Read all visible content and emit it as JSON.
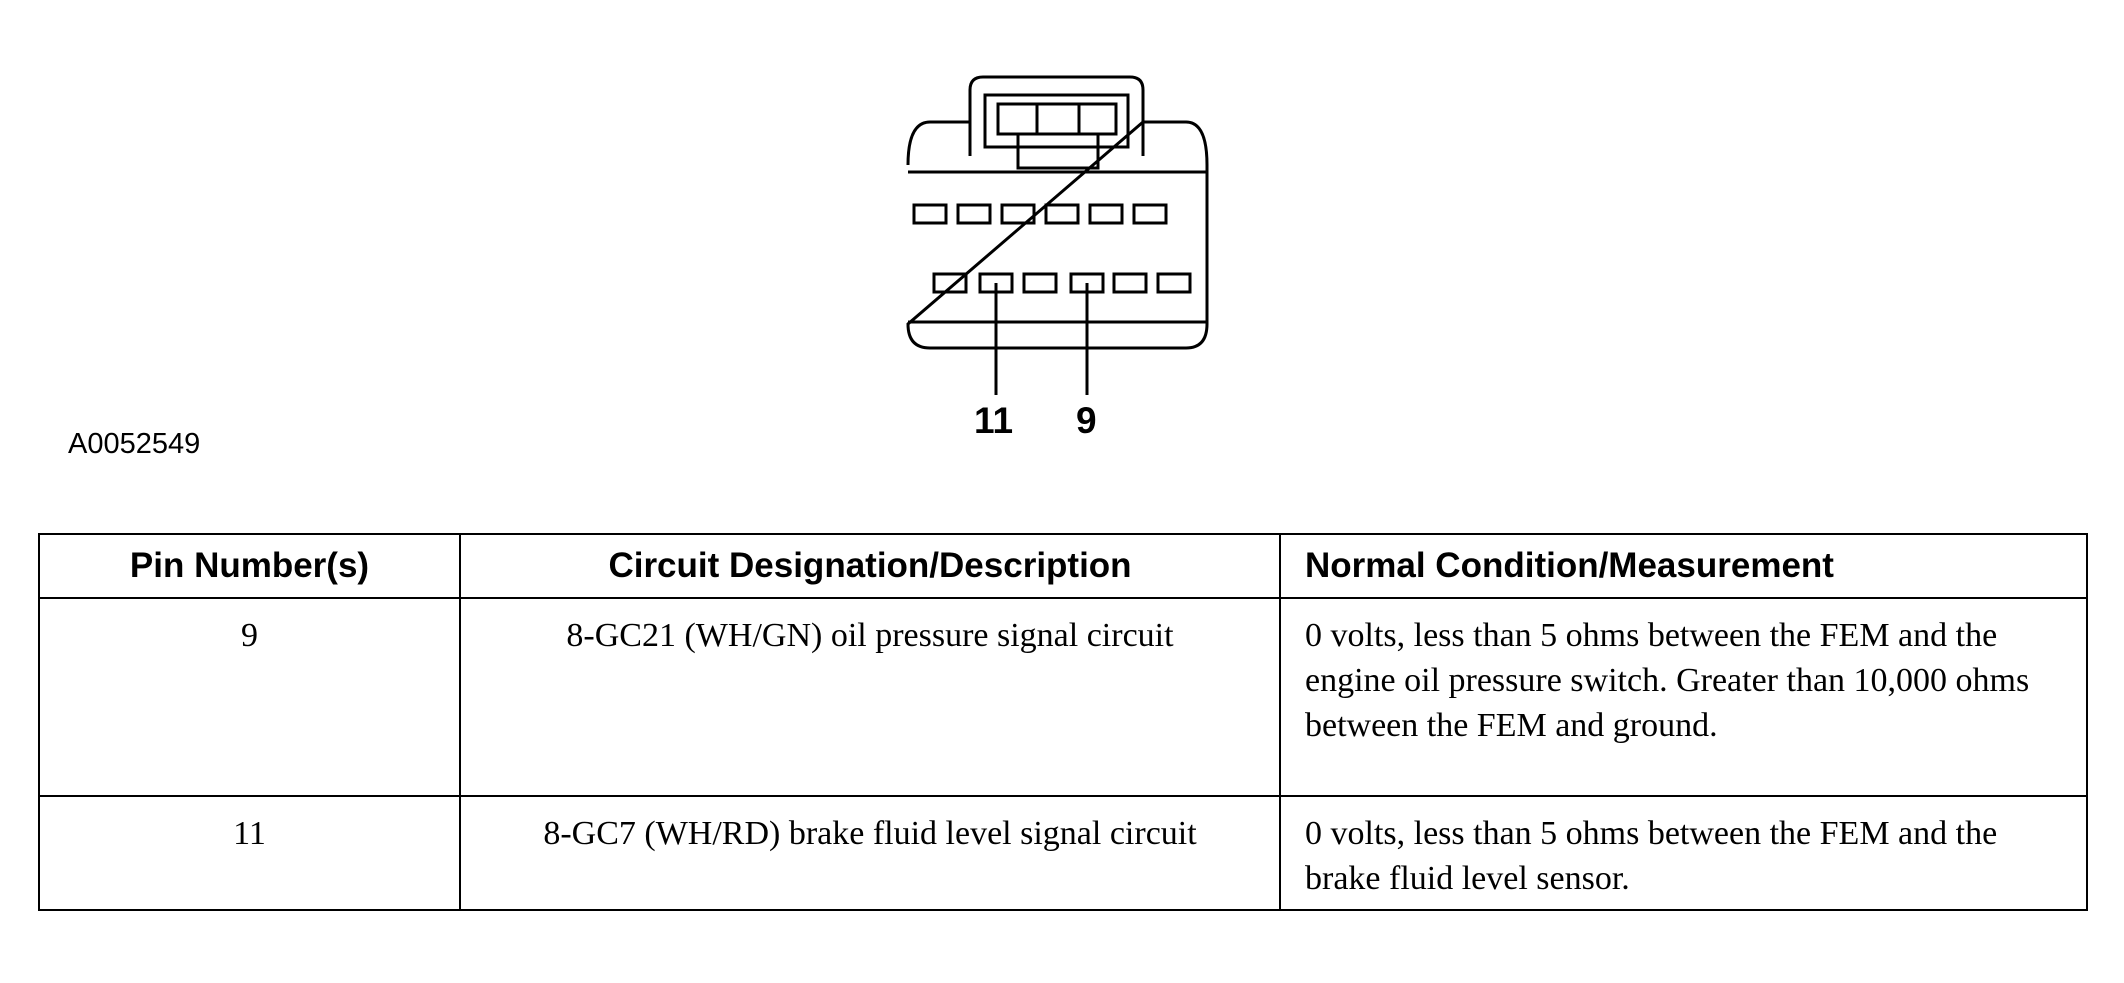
{
  "connector": {
    "pin_callouts": [
      "11",
      "9"
    ]
  },
  "figure_id": "A0052549",
  "table": {
    "headers": [
      "Pin Number(s)",
      "Circuit Designation/Description",
      "Normal Condition/Measurement"
    ],
    "rows": [
      {
        "pin": "9",
        "circuit": "8-GC21 (WH/GN) oil pressure signal circuit",
        "measurement": "0 volts, less than 5 ohms between the FEM and the engine oil pressure switch. Greater than 10,000 ohms between the FEM and ground."
      },
      {
        "pin": "11",
        "circuit": "8-GC7 (WH/RD) brake fluid level signal circuit",
        "measurement": "0 volts, less than 5 ohms between the FEM and the brake fluid level sensor."
      }
    ]
  }
}
